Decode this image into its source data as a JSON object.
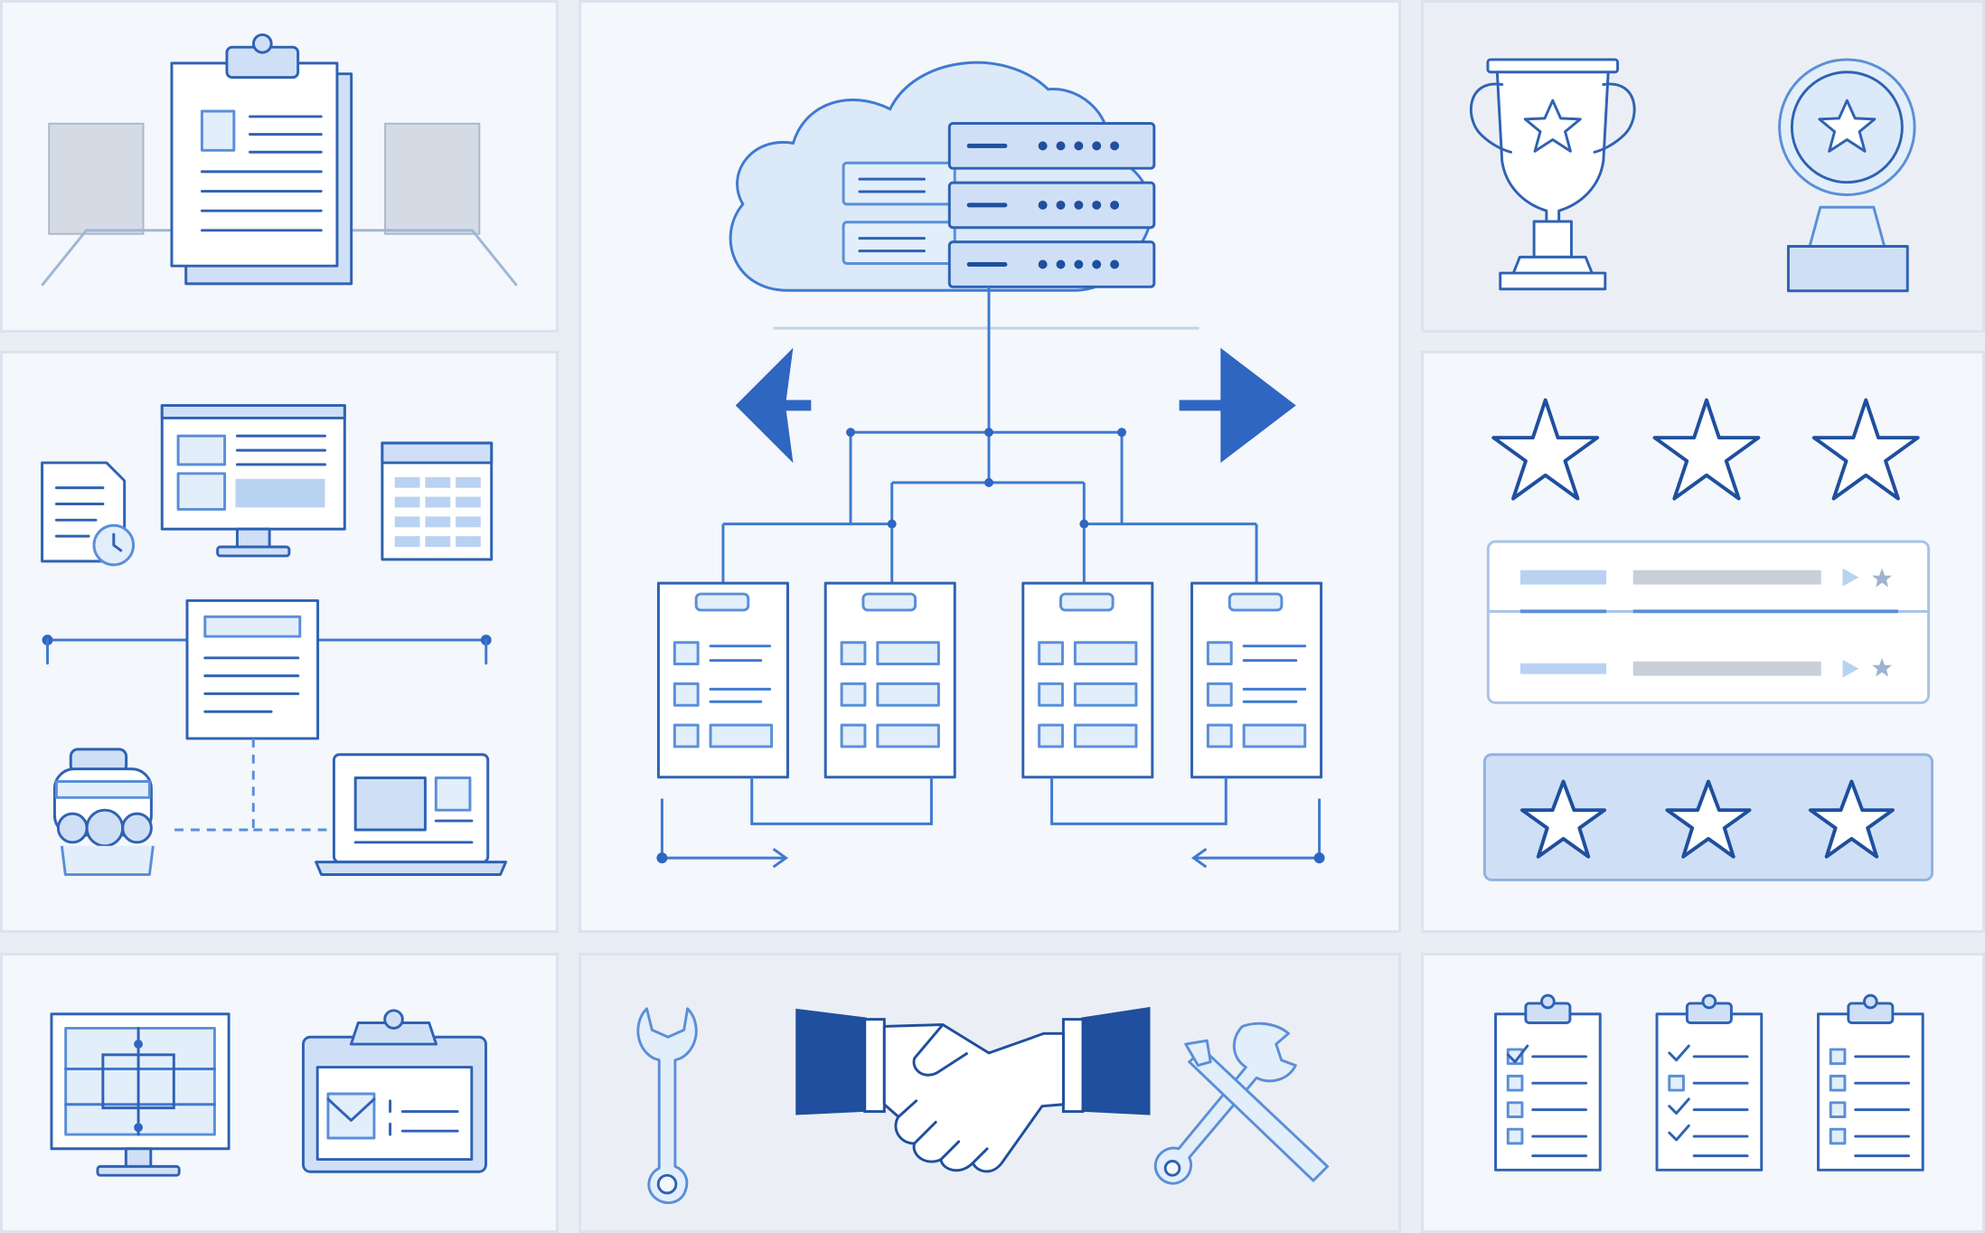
{
  "panels": [
    {
      "id": "docs",
      "icons": [
        "clipboard-icon",
        "document-icon"
      ]
    },
    {
      "id": "devices",
      "icons": [
        "monitor-icon",
        "document-clock-icon",
        "spreadsheet-icon",
        "robot-icon",
        "laptop-icon"
      ]
    },
    {
      "id": "tools",
      "icons": [
        "monitor-diagram-icon",
        "clipboard-image-icon"
      ]
    },
    {
      "id": "cloud-network",
      "icons": [
        "cloud-server-icon",
        "arrow-left-icon",
        "arrow-right-icon",
        "clipboard-icon"
      ]
    },
    {
      "id": "partnership",
      "icons": [
        "wrench-icon",
        "handshake-icon",
        "crossed-tools-icon"
      ]
    },
    {
      "id": "awards",
      "icons": [
        "trophy-icon",
        "medal-icon"
      ]
    },
    {
      "id": "ratings",
      "icons": [
        "star-icon",
        "review-list-icon"
      ]
    },
    {
      "id": "checklists",
      "icons": [
        "checklist-icon"
      ]
    }
  ],
  "colors": {
    "accent": "#2e66c2",
    "line": "#2f62b3",
    "tint": "#cfe0f6",
    "background": "#f4f7fb"
  }
}
